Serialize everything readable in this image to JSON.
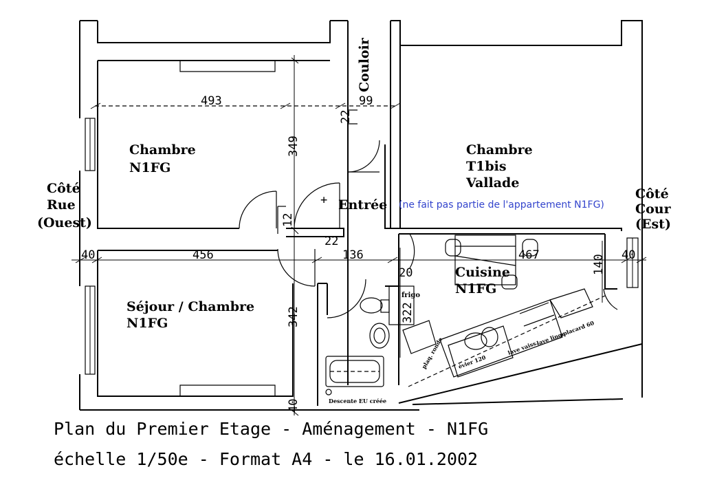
{
  "rooms": {
    "chambre_n1fg": [
      "Chambre",
      "N1FG"
    ],
    "chambre_t1bis": [
      "Chambre",
      "T1bis",
      "Vallade"
    ],
    "sejour": [
      "Séjour / Chambre",
      "N1FG"
    ],
    "cuisine": [
      "Cuisine",
      "N1FG"
    ],
    "entree": "Entrée",
    "couloir": "Couloir",
    "not_part_note": "(ne fait pas partie de l'appartement N1FG)"
  },
  "sides": {
    "west": [
      "Côté",
      "Rue",
      "(Ouest)"
    ],
    "east": [
      "Côté",
      "Cour",
      "(Est)"
    ]
  },
  "dimensions": {
    "d493": "493",
    "d22a": "22",
    "d99": "99",
    "d349": "349",
    "d12": "12",
    "d22b": "22",
    "d40a": "40",
    "d456": "456",
    "d136": "136",
    "d20": "20",
    "d467": "467",
    "d140": "140",
    "d40b": "40",
    "d342": "342",
    "d322": "322",
    "d40c": "40"
  },
  "fixtures": {
    "frigo": "frigo",
    "plaque": "plaq. ronde",
    "evier": "évier 120",
    "lave_vaiss": "lave vaiss.",
    "lave_linge": "lave linge",
    "placard": "placard 60",
    "descente": "Descente EU créée"
  },
  "title": {
    "line1": "Plan du Premier Etage - Aménagement - N1FG",
    "line2": "échelle 1/50e - Format A4 - le 16.01.2002"
  }
}
